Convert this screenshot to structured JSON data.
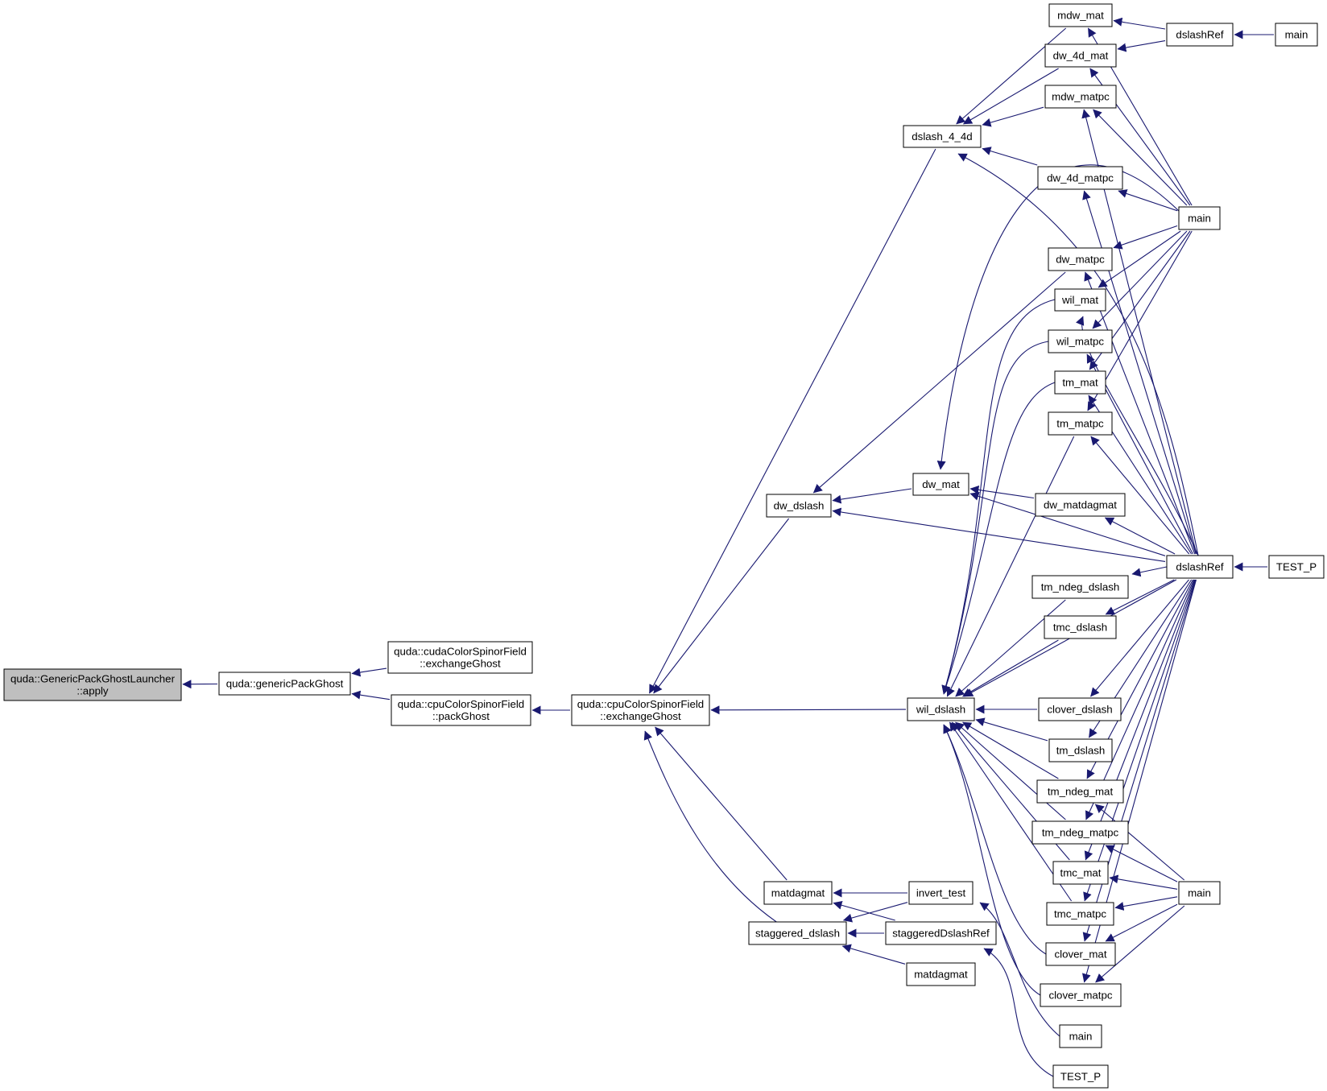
{
  "nodes": [
    {
      "id": "apply",
      "lines": [
        "quda::GenericPackGhostLauncher",
        "::apply"
      ],
      "highlight": true
    },
    {
      "id": "genericPackGhost",
      "lines": [
        "quda::genericPackGhost"
      ]
    },
    {
      "id": "cudaExchangeGhost",
      "lines": [
        "quda::cudaColorSpinorField",
        "::exchangeGhost"
      ]
    },
    {
      "id": "cpuPackGhost",
      "lines": [
        "quda::cpuColorSpinorField",
        "::packGhost"
      ]
    },
    {
      "id": "cpuExchangeGhost",
      "lines": [
        "quda::cpuColorSpinorField",
        "::exchangeGhost"
      ]
    },
    {
      "id": "dslash_4_4d",
      "lines": [
        "dslash_4_4d"
      ]
    },
    {
      "id": "dw_dslash",
      "lines": [
        "dw_dslash"
      ]
    },
    {
      "id": "matdagmat1",
      "lines": [
        "matdagmat"
      ]
    },
    {
      "id": "staggered_dslash",
      "lines": [
        "staggered_dslash"
      ]
    },
    {
      "id": "dw_mat",
      "lines": [
        "dw_mat"
      ]
    },
    {
      "id": "wil_dslash",
      "lines": [
        "wil_dslash"
      ]
    },
    {
      "id": "invert_test",
      "lines": [
        "invert_test"
      ]
    },
    {
      "id": "staggeredDslashRef",
      "lines": [
        "staggeredDslashRef"
      ]
    },
    {
      "id": "matdagmat2",
      "lines": [
        "matdagmat"
      ]
    },
    {
      "id": "mdw_mat",
      "lines": [
        "mdw_mat"
      ]
    },
    {
      "id": "dw_4d_mat",
      "lines": [
        "dw_4d_mat"
      ]
    },
    {
      "id": "mdw_matpc",
      "lines": [
        "mdw_matpc"
      ]
    },
    {
      "id": "dw_4d_matpc",
      "lines": [
        "dw_4d_matpc"
      ]
    },
    {
      "id": "dw_matpc",
      "lines": [
        "dw_matpc"
      ]
    },
    {
      "id": "wil_mat",
      "lines": [
        "wil_mat"
      ]
    },
    {
      "id": "wil_matpc",
      "lines": [
        "wil_matpc"
      ]
    },
    {
      "id": "tm_mat",
      "lines": [
        "tm_mat"
      ]
    },
    {
      "id": "tm_matpc",
      "lines": [
        "tm_matpc"
      ]
    },
    {
      "id": "dw_matdagmat",
      "lines": [
        "dw_matdagmat"
      ]
    },
    {
      "id": "tm_ndeg_dslash",
      "lines": [
        "tm_ndeg_dslash"
      ]
    },
    {
      "id": "tmc_dslash",
      "lines": [
        "tmc_dslash"
      ]
    },
    {
      "id": "clover_dslash",
      "lines": [
        "clover_dslash"
      ]
    },
    {
      "id": "tm_dslash",
      "lines": [
        "tm_dslash"
      ]
    },
    {
      "id": "tm_ndeg_mat",
      "lines": [
        "tm_ndeg_mat"
      ]
    },
    {
      "id": "tm_ndeg_matpc",
      "lines": [
        "tm_ndeg_matpc"
      ]
    },
    {
      "id": "tmc_mat",
      "lines": [
        "tmc_mat"
      ]
    },
    {
      "id": "tmc_matpc",
      "lines": [
        "tmc_matpc"
      ]
    },
    {
      "id": "clover_mat",
      "lines": [
        "clover_mat"
      ]
    },
    {
      "id": "clover_matpc",
      "lines": [
        "clover_matpc"
      ]
    },
    {
      "id": "main_bl",
      "lines": [
        "main"
      ]
    },
    {
      "id": "test_p_bl",
      "lines": [
        "TEST_P"
      ]
    },
    {
      "id": "dslashRef_top",
      "lines": [
        "dslashRef"
      ]
    },
    {
      "id": "main_mid",
      "lines": [
        "main"
      ]
    },
    {
      "id": "dslashRef_mid",
      "lines": [
        "dslashRef"
      ]
    },
    {
      "id": "main_low",
      "lines": [
        "main"
      ]
    },
    {
      "id": "main_top",
      "lines": [
        "main"
      ]
    },
    {
      "id": "test_p_right",
      "lines": [
        "TEST_P"
      ]
    }
  ],
  "edges": [
    [
      "genericPackGhost",
      "apply"
    ],
    [
      "cudaExchangeGhost",
      "genericPackGhost"
    ],
    [
      "cpuPackGhost",
      "genericPackGhost"
    ],
    [
      "cpuExchangeGhost",
      "cpuPackGhost"
    ],
    [
      "dslash_4_4d",
      "cpuExchangeGhost"
    ],
    [
      "dw_dslash",
      "cpuExchangeGhost"
    ],
    [
      "wil_dslash",
      "cpuExchangeGhost"
    ],
    [
      "matdagmat1",
      "cpuExchangeGhost"
    ],
    [
      "staggered_dslash",
      "cpuExchangeGhost"
    ],
    [
      "mdw_mat",
      "dslash_4_4d"
    ],
    [
      "dw_4d_mat",
      "dslash_4_4d"
    ],
    [
      "mdw_matpc",
      "dslash_4_4d"
    ],
    [
      "dw_4d_matpc",
      "dslash_4_4d"
    ],
    [
      "dslashRef_mid",
      "dslash_4_4d"
    ],
    [
      "dw_matpc",
      "dw_dslash"
    ],
    [
      "dw_mat",
      "dw_dslash"
    ],
    [
      "dslashRef_mid",
      "dw_dslash"
    ],
    [
      "main_mid",
      "dw_mat"
    ],
    [
      "dw_matdagmat",
      "dw_mat"
    ],
    [
      "dslashRef_mid",
      "dw_mat"
    ],
    [
      "wil_mat",
      "wil_dslash"
    ],
    [
      "wil_matpc",
      "wil_dslash"
    ],
    [
      "tm_mat",
      "wil_dslash"
    ],
    [
      "tm_matpc",
      "wil_dslash"
    ],
    [
      "tm_ndeg_dslash",
      "wil_dslash"
    ],
    [
      "tmc_dslash",
      "wil_dslash"
    ],
    [
      "clover_dslash",
      "wil_dslash"
    ],
    [
      "tm_dslash",
      "wil_dslash"
    ],
    [
      "tm_ndeg_mat",
      "wil_dslash"
    ],
    [
      "tm_ndeg_matpc",
      "wil_dslash"
    ],
    [
      "tmc_mat",
      "wil_dslash"
    ],
    [
      "tmc_matpc",
      "wil_dslash"
    ],
    [
      "clover_mat",
      "wil_dslash"
    ],
    [
      "clover_matpc",
      "wil_dslash"
    ],
    [
      "dslashRef_mid",
      "wil_dslash"
    ],
    [
      "invert_test",
      "matdagmat1"
    ],
    [
      "staggeredDslashRef",
      "matdagmat1"
    ],
    [
      "invert_test",
      "staggered_dslash"
    ],
    [
      "staggeredDslashRef",
      "staggered_dslash"
    ],
    [
      "matdagmat2",
      "staggered_dslash"
    ],
    [
      "main_bl",
      "invert_test"
    ],
    [
      "test_p_bl",
      "staggeredDslashRef"
    ],
    [
      "dslashRef_top",
      "mdw_mat"
    ],
    [
      "main_mid",
      "mdw_mat"
    ],
    [
      "dslashRef_top",
      "dw_4d_mat"
    ],
    [
      "main_mid",
      "dw_4d_mat"
    ],
    [
      "main_mid",
      "mdw_matpc"
    ],
    [
      "dslashRef_mid",
      "mdw_matpc"
    ],
    [
      "main_mid",
      "dw_4d_matpc"
    ],
    [
      "dslashRef_mid",
      "dw_4d_matpc"
    ],
    [
      "main_mid",
      "dw_matpc"
    ],
    [
      "dslashRef_mid",
      "dw_matpc"
    ],
    [
      "main_mid",
      "wil_mat"
    ],
    [
      "dslashRef_mid",
      "wil_mat"
    ],
    [
      "main_mid",
      "wil_matpc"
    ],
    [
      "dslashRef_mid",
      "wil_matpc"
    ],
    [
      "main_mid",
      "tm_mat"
    ],
    [
      "dslashRef_mid",
      "tm_mat"
    ],
    [
      "main_mid",
      "tm_matpc"
    ],
    [
      "dslashRef_mid",
      "tm_matpc"
    ],
    [
      "dslashRef_mid",
      "dw_matdagmat"
    ],
    [
      "dslashRef_mid",
      "tm_ndeg_dslash"
    ],
    [
      "dslashRef_mid",
      "tmc_dslash"
    ],
    [
      "dslashRef_mid",
      "clover_dslash"
    ],
    [
      "dslashRef_mid",
      "tm_dslash"
    ],
    [
      "dslashRef_mid",
      "tm_ndeg_mat"
    ],
    [
      "main_low",
      "tm_ndeg_mat"
    ],
    [
      "dslashRef_mid",
      "tm_ndeg_matpc"
    ],
    [
      "main_low",
      "tm_ndeg_matpc"
    ],
    [
      "dslashRef_mid",
      "tmc_mat"
    ],
    [
      "main_low",
      "tmc_mat"
    ],
    [
      "dslashRef_mid",
      "tmc_matpc"
    ],
    [
      "main_low",
      "tmc_matpc"
    ],
    [
      "dslashRef_mid",
      "clover_mat"
    ],
    [
      "main_low",
      "clover_mat"
    ],
    [
      "dslashRef_mid",
      "clover_matpc"
    ],
    [
      "main_low",
      "clover_matpc"
    ],
    [
      "main_top",
      "dslashRef_top"
    ],
    [
      "test_p_right",
      "dslashRef_mid"
    ]
  ],
  "colors": {
    "edge": "#191970",
    "node_border": "#000000",
    "node_fill": "#ffffff",
    "highlight_fill": "#bfbfbf"
  }
}
